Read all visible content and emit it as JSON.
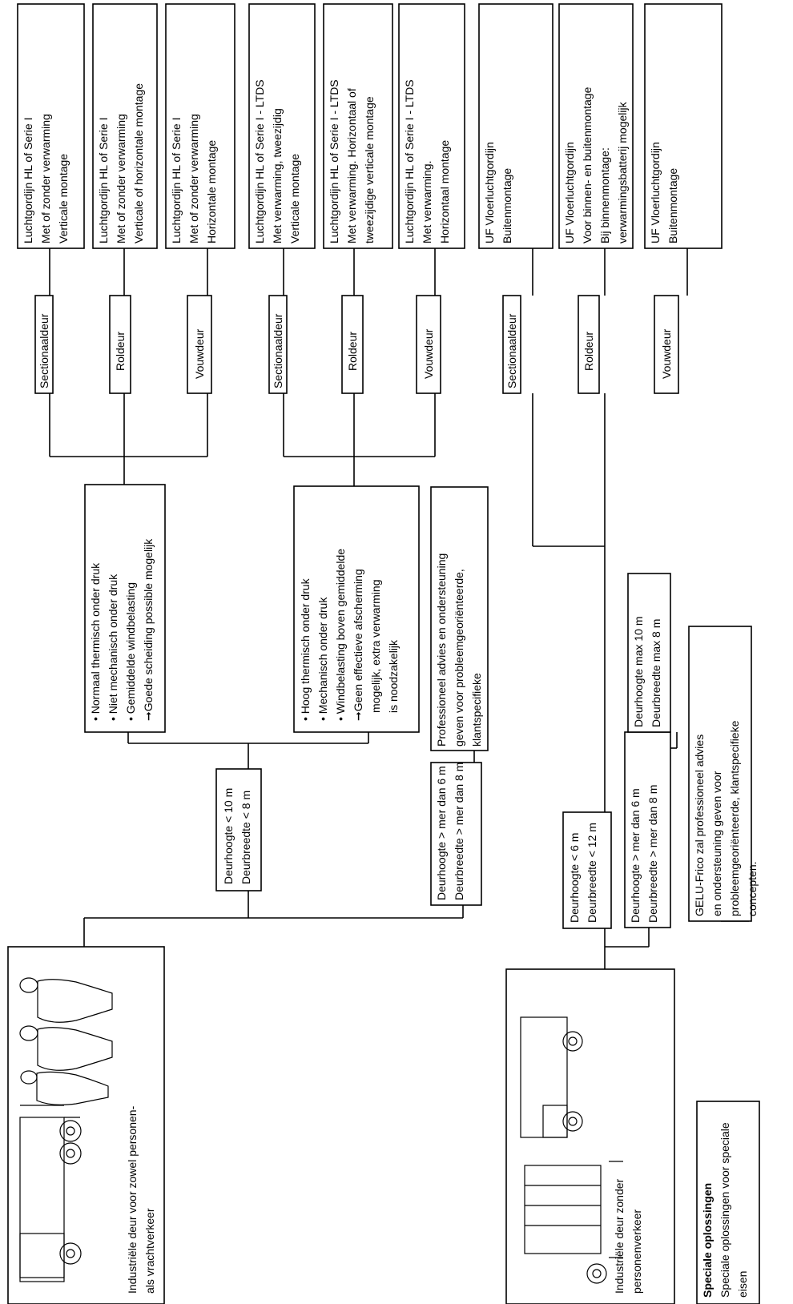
{
  "product_boxes": [
    {
      "lines": [
        "Luchtgordijn HL of Serie I",
        "Met of zonder verwarming",
        "Verticale montage"
      ]
    },
    {
      "lines": [
        "Luchtgordijn HL of Serie I",
        "Met of zonder verwarming",
        "Verticale of horizontale montage"
      ]
    },
    {
      "lines": [
        "Luchtgordijn HL of Serie I",
        "Met of zonder verwarming",
        "Horizontale montage"
      ]
    },
    {
      "lines": [
        "Luchtgordijn HL of Serie I - LTDS",
        "Met verwarming, tweezijdig",
        "Verticale montage"
      ]
    },
    {
      "lines": [
        "Luchtgordijn HL of Serie I - LTDS",
        "Met verwarming. Horizontaal of",
        "tweezijdige verticale montage"
      ]
    },
    {
      "lines": [
        "Luchtgordijn HL of Serie I - LTDS",
        "Met verwarming.",
        "Horizontaal  montage"
      ]
    },
    {
      "lines": [
        "UF Vloerluchtgordijn",
        "Buitenmontage"
      ]
    },
    {
      "lines": [
        "UF Vloerluchtgordijn",
        "Voor binnen- en buitenmontage",
        "Bij binnenmontage:",
        "verwarmingsbatterij mogelijk"
      ]
    },
    {
      "lines": [
        "UF Vloerluchtgordijn",
        "Buitenmontage"
      ]
    }
  ],
  "door_types": [
    "Sectionaaldeur",
    "Roldeur",
    "Vouwdeur",
    "Sectionaaldeur",
    "Roldeur",
    "Vouwdeur",
    "Sectionaaldeur",
    "Roldeur",
    "Vouwdeur"
  ],
  "conditions": {
    "normal": [
      "•  Normaal thermisch onder druk",
      "•  Niet mechanisch onder druk",
      "•  Gemiddelde windbelasting",
      "➞Goede scheiding possible mogelijk"
    ],
    "high": [
      "•  Hoog thermisch onder druk",
      "•  Mechanisch onder druk",
      "•  Windbelasting boven gemiddelde",
      "➞Geen effectieve afscherming",
      "mogelijk, extra verwarming",
      "is noodzakelijk"
    ]
  },
  "advice_box": [
    "Professioneel advies en ondersteuning",
    "geven voor probleemgeoriënteerde,",
    "klantspecifieke"
  ],
  "dimension_boxes": {
    "small_a": [
      "Deurhoogte < 10 m",
      "Deurbreedte < 8 m"
    ],
    "large_a": [
      "Deurhoogte > mer dan 6 m",
      "Deurbreedte > mer dan 8 m"
    ],
    "small_b": [
      "Deurhoogte < 6 m",
      "Deurbreedte < 12 m"
    ],
    "large_b": [
      "Deurhoogte > mer dan 6 m",
      "Deurbreedte > mer dan 8 m"
    ],
    "max_b": [
      "Deurhoogte max 10 m",
      "Deurbreedte max 8 m"
    ]
  },
  "categories": [
    {
      "lines": [
        "Industriële deur voor zowel personen-",
        "als vrachtverkeer"
      ]
    },
    {
      "lines": [
        "Industriële deur zonder",
        "personenverkeer"
      ]
    },
    {
      "title": "Speciale oplossingen",
      "lines": [
        "Speciale oplossingen voor speciale",
        "eisen"
      ]
    }
  ],
  "gelu_box": [
    "GELU-Frico zal professioneel advies",
    "en ondersteuning geven voor",
    "probleemgeoriënteerde, klantspecifieke",
    "concepten."
  ]
}
